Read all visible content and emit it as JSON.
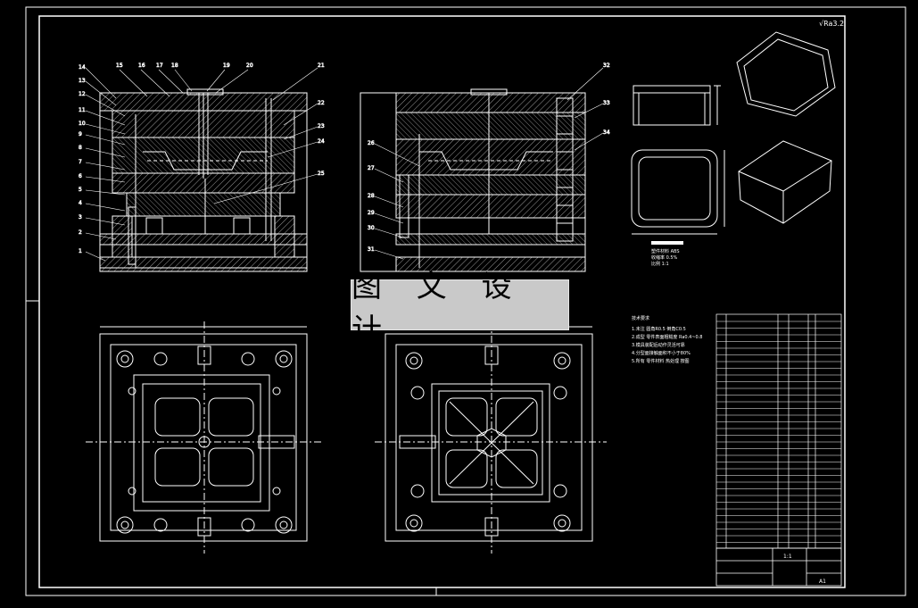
{
  "watermark": {
    "text": "图 文 设 计"
  },
  "roughness_mark": "√Ra3.2",
  "section_a_labels": [
    "1",
    "2",
    "3",
    "4",
    "5",
    "6",
    "7",
    "8",
    "9",
    "10",
    "11",
    "12",
    "13",
    "14",
    "15",
    "16",
    "17",
    "18",
    "19",
    "20",
    "21",
    "22",
    "23",
    "24",
    "25"
  ],
  "section_b_labels": [
    "26",
    "27",
    "28",
    "29",
    "30",
    "31",
    "32",
    "33",
    "34"
  ],
  "notes": {
    "title": "技术要求",
    "lines": [
      "1.未注 圆角R0.5 倒角C0.5",
      "2.成型 零件表面粗糙度 Ra0.4~0.8",
      "3.模具装配后动作灵活可靠",
      "4.分型面接触面积不小于80%",
      "5.所有 零件材料 热处理 按图"
    ]
  },
  "part_note": {
    "lines": [
      "塑件材料 ABS",
      "收缩率 0.5%",
      "比例 1:1"
    ]
  },
  "title_block": {
    "sheet": "A1",
    "scale": "1:1"
  },
  "colors": {
    "line": "#ffffff",
    "background": "#000000",
    "stamp": "#c9c9c9"
  }
}
